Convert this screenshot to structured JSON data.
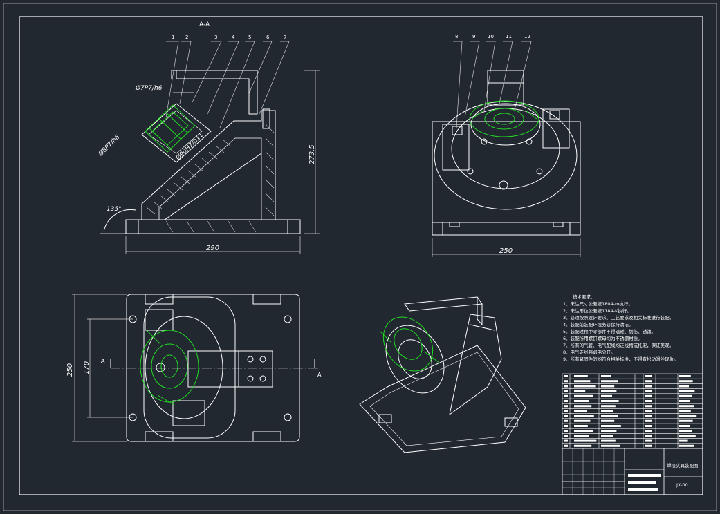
{
  "colors": {
    "background": "#212830",
    "line": "#ffffff",
    "dimension": "#d8d8d8",
    "highlight": "#22dd22"
  },
  "section": {
    "title": "A-A",
    "leaders": [
      "1",
      "2",
      "3",
      "4",
      "5",
      "6",
      "7"
    ],
    "fit_a": "Ø7P7/h6",
    "fit_b": "Ø8P7/h6",
    "fit_c": "Ø90H7/h11",
    "angle": "135°",
    "width": "290",
    "height": "273.5"
  },
  "top_view": {
    "leaders": [
      "8",
      "9",
      "10",
      "11",
      "12"
    ],
    "width": "250"
  },
  "plan_view": {
    "dim_outer": "250",
    "dim_inner": "170",
    "cut_left": "A",
    "cut_right": "A"
  },
  "notes": {
    "heading": "技术要求：",
    "lines": [
      "1．未注尺寸公差按1804-m执行。",
      "2．未注形位公差按1184-K执行。",
      "3．必须按照设计要求、工艺要求及相关标准进行装配。",
      "4．装配前装配环境务必保持清洁。",
      "5．装配过程中零部件不得磕碰、划伤、锈蚀。",
      "6．装配所用螺钉螺母均为不锈钢材质。",
      "7．所有的气管、电气配线均走线槽或托架，保证美观。",
      "8．电气走线强弱电分开。",
      "9．所有紧固件的均符合相关标准，不得有松动滑丝现象。"
    ]
  },
  "title_block": {
    "drawing_name": "焊接夹具装配图",
    "drawing_code": "JX-00"
  }
}
